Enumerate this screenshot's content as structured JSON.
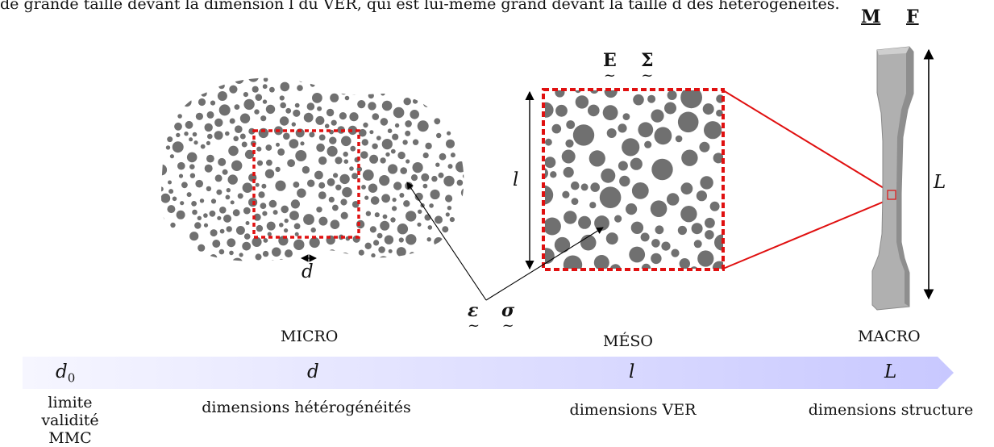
{
  "intro_text": "de grande taille devant la dimension l du VER, qui est lui-même grand devant la taille d des hétérogénéités.",
  "scale_titles": {
    "micro": "MICRO",
    "meso": "MÉSO",
    "macro": "MACRO"
  },
  "symbols": {
    "micro_d": "d",
    "meso_l": "l",
    "macro_L": "L",
    "local_strain": "ε",
    "local_stress": "σ",
    "meso_strain": "E",
    "meso_stress": "Σ",
    "macro_M": "M",
    "macro_F": "F"
  },
  "scale_bar": {
    "gradient_from": "#f6f6ff",
    "gradient_to": "#c8c8ff",
    "markers": [
      {
        "symbol": "d",
        "subscript": "0",
        "caption": "limite\nvalidité MMC"
      },
      {
        "symbol": "d",
        "subscript": "",
        "caption": "dimensions hétérogénéités"
      },
      {
        "symbol": "l",
        "subscript": "",
        "caption": "dimensions VER"
      },
      {
        "symbol": "L",
        "subscript": "",
        "caption": "dimensions structure"
      }
    ]
  },
  "colors": {
    "inclusion": "#707070",
    "ver_frame": "#e01010",
    "specimen": "#a8a8a8",
    "arrow": "#000000"
  }
}
